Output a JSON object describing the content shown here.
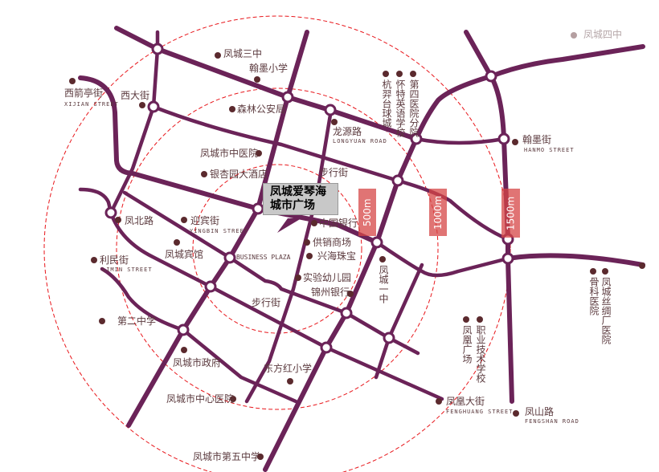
{
  "map_title": "凤城爱琴海城市广场",
  "callout": {
    "line1": "凤城爱琴海",
    "line2": "城市广场"
  },
  "rings": [
    "500m",
    "1000m",
    "1500m"
  ],
  "colors": {
    "road": "#6b2358",
    "ring": "#e8161b",
    "tag": "#d64646",
    "text": "#5b3a3e"
  },
  "streets": {
    "xijian": {
      "cn": "西箭亭街",
      "en": "XIJIAN STREET"
    },
    "longyuan": {
      "cn": "龙源路",
      "en": "LONGYUAN ROAD"
    },
    "hanmo": {
      "cn": "翰墨街",
      "en": "HANMO STREET"
    },
    "yingbin": {
      "cn": "迎宾街",
      "en": "YINGBIN STREET"
    },
    "limin": {
      "cn": "利民街",
      "en": "LIMIN STREET"
    },
    "fenghuang": {
      "cn": "凤凰大街",
      "en": "FENGHUANG STREET"
    },
    "fengshan": {
      "cn": "凤山路",
      "en": "FENGSHAN ROAD"
    },
    "business_plaza": "BUSINESS PLAZA",
    "xidajie": "西大街",
    "fengbeilu": "凤北路",
    "buxingjie1": "步行街",
    "buxingjie2": "步行街"
  },
  "pois": {
    "sanzhong": "凤城三中",
    "hanmo_school": "翰墨小学",
    "forest_police": "森林公安局",
    "tcm_hospital": "凤城市中医院",
    "yinxing_hotel": "银杏园大酒店",
    "fengcheng_hotel": "凤城宾馆",
    "boc": "中国银行",
    "supply_mall": "供销商场",
    "xinghai_jewelry": "兴海珠宝",
    "kindergarten": "实验幼儿园",
    "jinzhou_bank": "锦州银行",
    "no2_middle": "第二中学",
    "gov": "凤城市政府",
    "dongfanghong": "东方红小学",
    "central_hospital": "凤城市中心医院",
    "no5_middle": "凤城市第五中学",
    "yizhong": "凤城一中",
    "billiards": "杭羿台球城",
    "huaite": "怀特英语学校",
    "no4_hospital": "第四医院分院",
    "fenghuang_square": "凤凰广场",
    "vocational": "职业技术学校",
    "orthopedic": "骨科医院",
    "silk_hospital": "凤城丝绸厂医院",
    "sizhong": "凤城四中"
  }
}
